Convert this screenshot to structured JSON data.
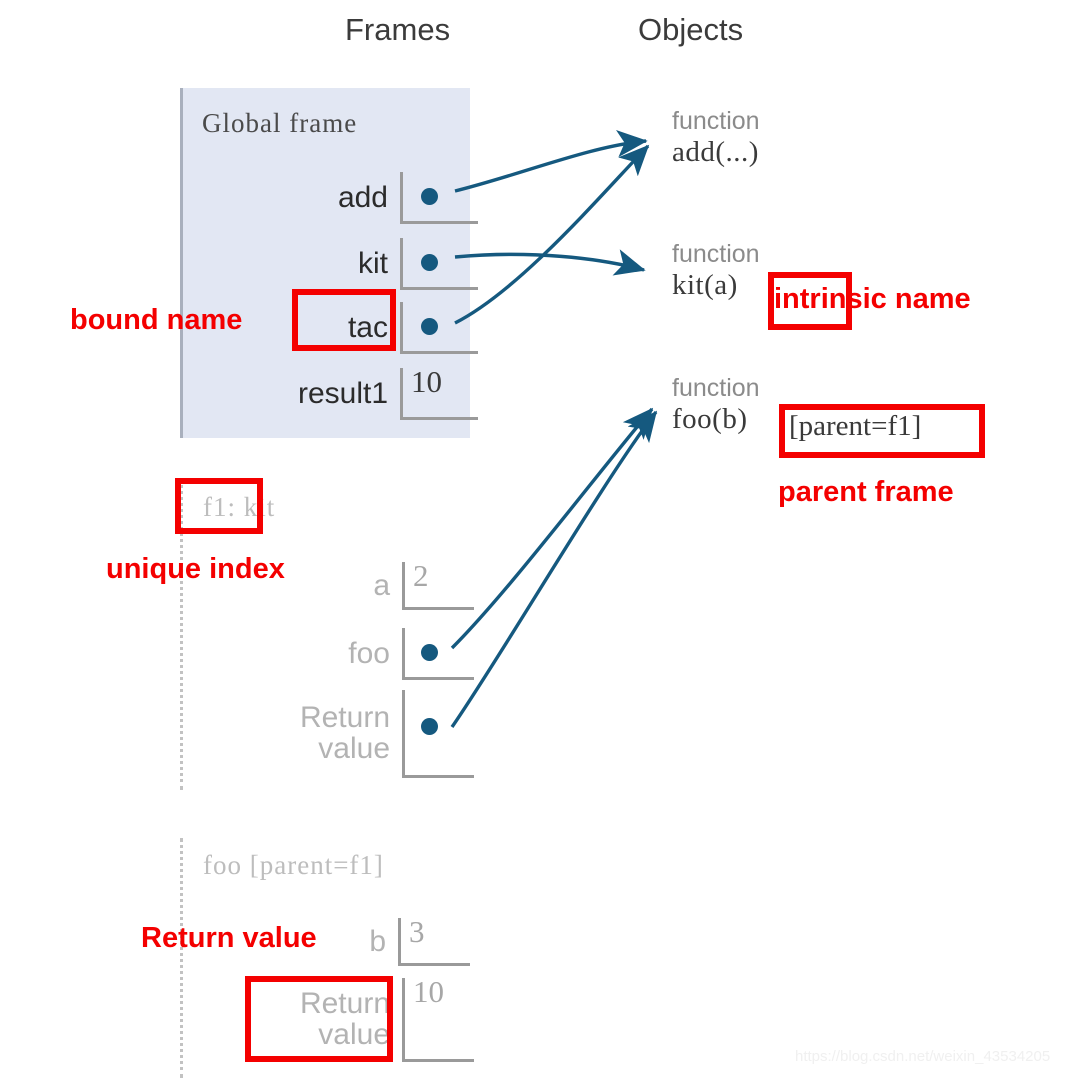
{
  "headings": {
    "frames": "Frames",
    "objects": "Objects"
  },
  "global_frame": {
    "title": "Global frame",
    "rows": [
      {
        "name": "add",
        "value": "",
        "has_pointer": true
      },
      {
        "name": "kit",
        "value": "",
        "has_pointer": true
      },
      {
        "name": "tac",
        "value": "",
        "has_pointer": true
      },
      {
        "name": "result1",
        "value": "10",
        "has_pointer": false
      }
    ]
  },
  "f1_frame": {
    "title": "f1: kit",
    "index_label": "f1:",
    "func_label": "kit",
    "rows": [
      {
        "name": "a",
        "value": "2",
        "has_pointer": false
      },
      {
        "name": "foo",
        "value": "",
        "has_pointer": true
      },
      {
        "name": "Return\nvalue",
        "value": "",
        "has_pointer": true
      }
    ]
  },
  "foo_frame": {
    "title": "foo [parent=f1]",
    "rows": [
      {
        "name": "b",
        "value": "3",
        "has_pointer": false
      },
      {
        "name": "Return\nvalue",
        "value": "10",
        "has_pointer": false
      }
    ]
  },
  "objects": [
    {
      "kind": "function",
      "signature": "add(...)"
    },
    {
      "kind": "function",
      "signature": "kit(a)"
    },
    {
      "kind": "function",
      "signature": "foo(b)",
      "parent": "[parent=f1]"
    }
  ],
  "annotations": [
    {
      "id": "bound-name",
      "label": "bound name",
      "targets": "tac"
    },
    {
      "id": "intrinsic-name",
      "label": "intrinsic name",
      "targets": "kit(a)"
    },
    {
      "id": "parent-frame",
      "label": "parent frame",
      "targets": "[parent=f1]"
    },
    {
      "id": "unique-index",
      "label": "unique index",
      "targets": "f1:"
    },
    {
      "id": "return-value",
      "label": "Return value",
      "targets": "Return value"
    }
  ],
  "annotation_labels": {
    "bound_name": "bound name",
    "intrinsic_name": "intrinsic name",
    "parent_frame": "parent frame",
    "unique_index": "unique index",
    "return_value": "Return value"
  },
  "colors": {
    "frame_bg": "#e2e7f3",
    "annotation_red": "#f40000",
    "pointer_blue": "#15597f",
    "dim_text": "#b3b3b3",
    "cell_border": "#9a9a9a"
  },
  "watermark": "https://blog.csdn.net/weixin_43534205"
}
